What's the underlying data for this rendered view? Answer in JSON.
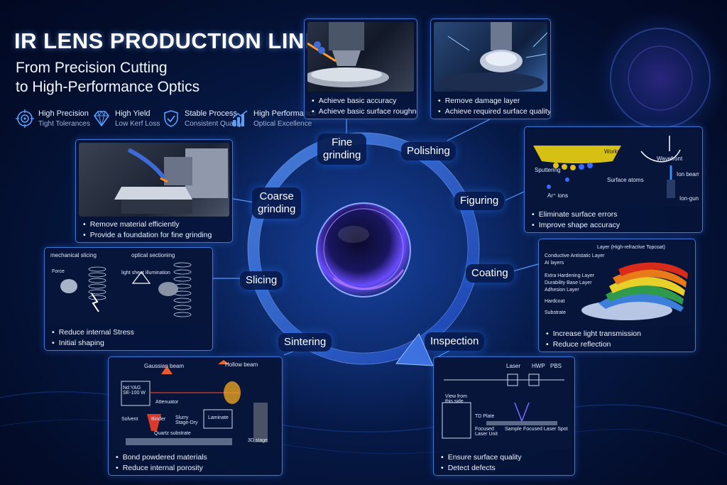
{
  "header": {
    "title": "IR LENS PRODUCTION LINE",
    "subtitle_line1": "From Precision Cutting",
    "subtitle_line2": "to High-Performance Optics"
  },
  "features": [
    {
      "icon": "target-icon",
      "title": "High Precision",
      "sub": "Tight Tolerances"
    },
    {
      "icon": "diamond-icon",
      "title": "High Yield",
      "sub": "Low Kerf Loss"
    },
    {
      "icon": "shield-check-icon",
      "title": "Stable Process",
      "sub": "Consistent Quality"
    },
    {
      "icon": "bar-chart-icon",
      "title": "High Performance",
      "sub": "Optical Excellence"
    }
  ],
  "stages": {
    "fine_grinding": "Fine\ngrinding",
    "polishing": "Polishing",
    "figuring": "Figuring",
    "coating": "Coating",
    "inspection": "Inspection",
    "sintering": "Sintering",
    "slicing": "Slicing",
    "coarse_grinding": "Coarse\ngrinding"
  },
  "cards": {
    "fine_grinding": {
      "bullets": [
        "Achieve basic accuracy",
        "Achieve basic surface roughness"
      ]
    },
    "polishing": {
      "bullets": [
        "Remove damage layer",
        "Achieve required surface quality"
      ]
    },
    "figuring": {
      "bullets": [
        "Eliminate surface errors",
        "Improve shape accuracy"
      ],
      "labels": {
        "workpiece": "Workpiece",
        "wavefront": "Wavefront",
        "sputtering": "Sputtering",
        "ar": "Ar⁺ ions",
        "surface_atoms": "Surface atoms",
        "ion_beam": "Ion beam",
        "ion_gun": "Ion-gun"
      }
    },
    "coarse_grinding": {
      "bullets": [
        "Remove material efficiently",
        "Provide a foundation for fine grinding"
      ]
    },
    "coating": {
      "bullets": [
        "Increase light transmission",
        "Reduce reflection"
      ],
      "labels": {
        "top": "Layer (High-refractive Topcoat)",
        "l1": "Conductive Antistatic Layer",
        "l2": "AI layers",
        "l3": "Extra Hardening Layer",
        "l4": "Durability Base Layer",
        "l5": "Adhesion Layer",
        "l6": "Hardcoat",
        "l7": "Substrate"
      }
    },
    "slicing": {
      "bullets": [
        "Reduce internal Stress",
        "Initial shaping"
      ],
      "labels": {
        "mech": "mechanical slicing",
        "opt": "optical sectioning",
        "force": "Force",
        "light": "light sheet illumination"
      }
    },
    "sintering": {
      "bullets": [
        "Bond powdered materials",
        "Reduce internal porosity"
      ],
      "labels": {
        "gaussian": "Gaussian beam",
        "hollow": "Hollow beam",
        "laser": "Nd:YAG\nSE-100 W",
        "attenuator": "Attenuator",
        "solvent": "Solvent",
        "binder": "Binder",
        "slurry": "Slurry\nStage-Dry",
        "laminate": "Laminate",
        "quartz": "Quartz substrate",
        "stage": "3D stage"
      }
    },
    "inspection": {
      "bullets": [
        "Ensure surface quality",
        "Detect defects"
      ],
      "labels": {
        "laser": "Laser",
        "hwp": "HWP",
        "pbs": "PBS",
        "view": "View from this side",
        "plate": "TD Plate",
        "focused": "Focused Laser Unit",
        "sample": "Sample",
        "spot": "Focused Laser Spot"
      }
    }
  },
  "colors": {
    "accent": "#3f78d6",
    "ring": "#4a86ff",
    "text": "#ffffff"
  }
}
